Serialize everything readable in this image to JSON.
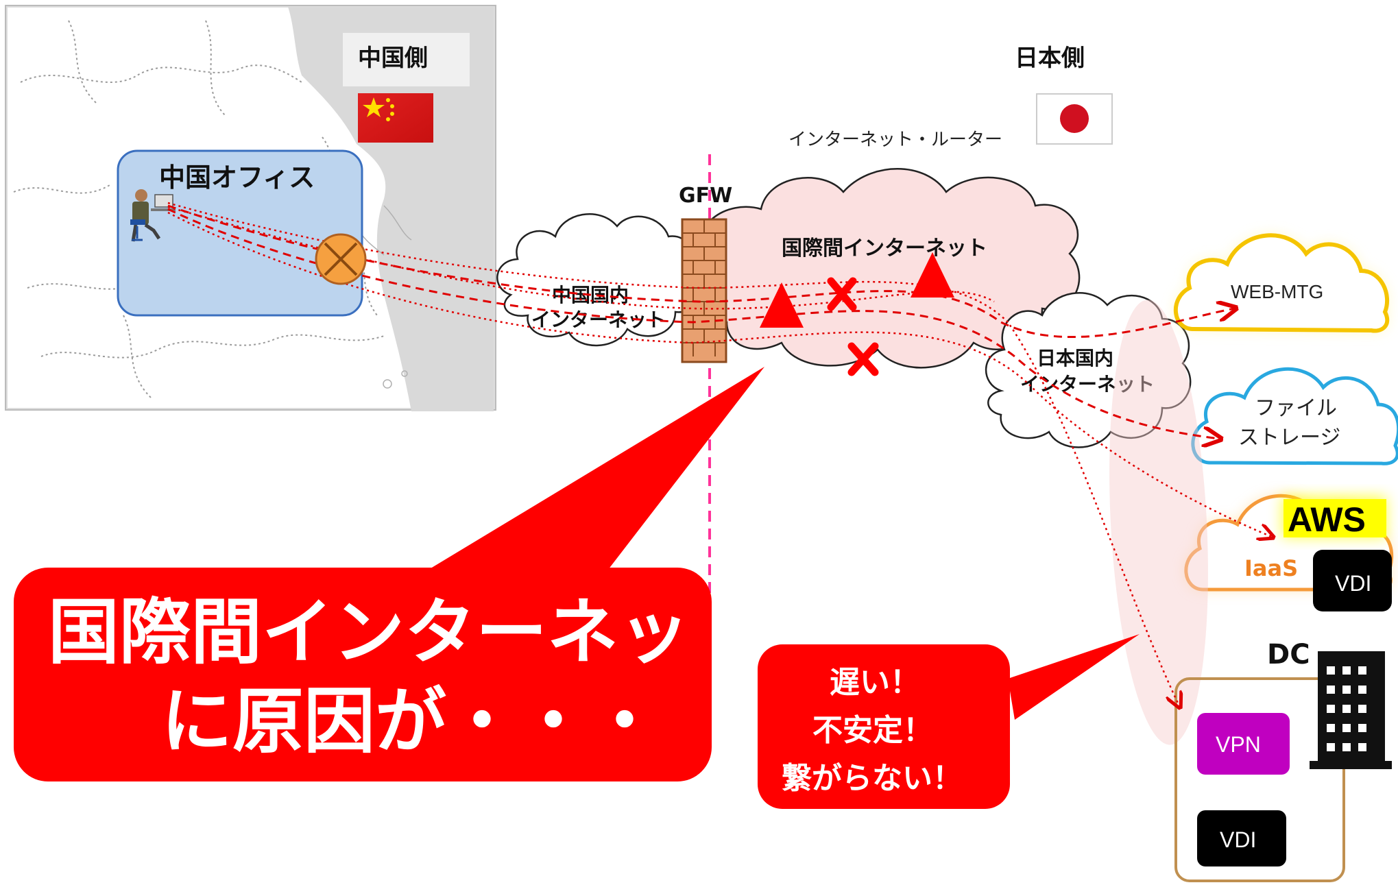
{
  "labels": {
    "china_side": "中国側",
    "japan_side": "日本側",
    "china_office": "中国オフィス",
    "internet_router": "インターネット・ルーター",
    "gfw": "GFW",
    "international_internet": "国際間インターネット",
    "china_domestic_1": "中国国内",
    "china_domestic_2": "インターネット",
    "japan_domestic_1": "日本国内",
    "japan_domestic_2": "インターネット",
    "web_mtg": "WEB-MTG",
    "file_storage_1": "ファイル",
    "file_storage_2": "ストレージ",
    "aws": "AWS",
    "iaas": "IaaS",
    "vdi_cloud": "VDI",
    "dc": "DC",
    "vpn": "VPN",
    "vdi_dc": "VDI"
  },
  "callouts": {
    "main_line1": "国際間インターネット",
    "main_line2": "に原因が・・・",
    "small_line1": "遅い！",
    "small_line2": "不安定！",
    "small_line3": "繋がらない！"
  },
  "colors": {
    "callout_red": "#ff0000",
    "office_blue": "#bcd4ee",
    "intl_cloud_pink": "#fbe0e0",
    "webmtg_glow": "#ffcc00",
    "storage_blue": "#29a8e0",
    "vpn_purple": "#c000c0",
    "dc_border": "#c09050"
  }
}
